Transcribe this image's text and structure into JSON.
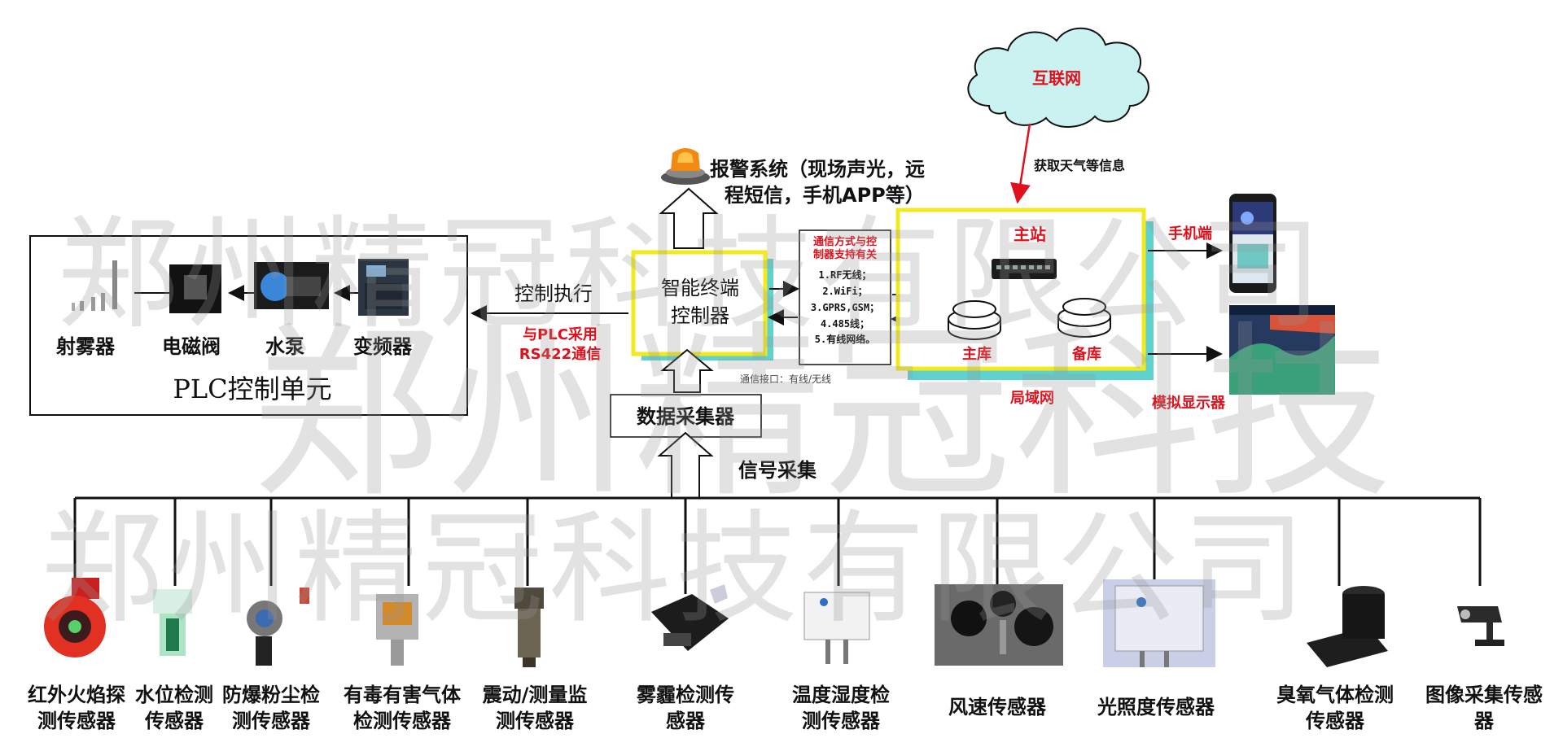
{
  "cloud": {
    "label": "互联网",
    "arrow_label": "获取天气等信息"
  },
  "alarm": {
    "line1": "报警系统（现场声光，远",
    "line2": "程短信，手机APP等）"
  },
  "plc": {
    "title": "PLC控制单元",
    "devices": [
      "射雾器",
      "电磁阀",
      "水泵",
      "变频器"
    ]
  },
  "control_exec": "控制执行",
  "plc_comm": {
    "line1": "与PLC采用",
    "line2": "RS422通信"
  },
  "terminal": {
    "line1": "智能终端",
    "line2": "控制器"
  },
  "comm_box": {
    "title_line1": "通信方式与控",
    "title_line2": "制器支持有关",
    "items": [
      "1.RF无线；",
      "2.WiFi；",
      "3.GPRS,GSM；",
      "4.485线；",
      "5.有线网络。"
    ]
  },
  "comm_interface": "通信接口：有线/无线",
  "master": {
    "title": "主站",
    "db_main": "主库",
    "db_backup": "备库",
    "lan": "局域网"
  },
  "mobile_label": "手机端",
  "display_label": "模拟显示器",
  "collector": "数据采集器",
  "signal": "信号采集",
  "sensors": [
    {
      "line1": "红外火焰探",
      "line2": "测传感器"
    },
    {
      "line1": "水位检测",
      "line2": "传感器"
    },
    {
      "line1": "防爆粉尘检",
      "line2": "测传感器"
    },
    {
      "line1": "有毒有害气体",
      "line2": "检测传感器"
    },
    {
      "line1": "震动/测量监",
      "line2": "测传感器"
    },
    {
      "line1": "雾霾检测传",
      "line2": "感器"
    },
    {
      "line1": "温度湿度检",
      "line2": "测传感器"
    },
    {
      "line1": "风速传感器",
      "line2": ""
    },
    {
      "line1": "光照度传感器",
      "line2": ""
    },
    {
      "line1": "臭氧气体检测",
      "line2": "传感器"
    },
    {
      "line1": "图像采集传感",
      "line2": "器"
    }
  ],
  "watermark": {
    "line1": "郑州精冠科技有限公司",
    "line2": "郑州精冠科技",
    "line3": "郑州精冠科技有限公司"
  },
  "colors": {
    "red": "#e0101c",
    "yellow": "#f2ea1f",
    "teal": "#5fd1cf",
    "cloud": "#c9f2f0"
  }
}
